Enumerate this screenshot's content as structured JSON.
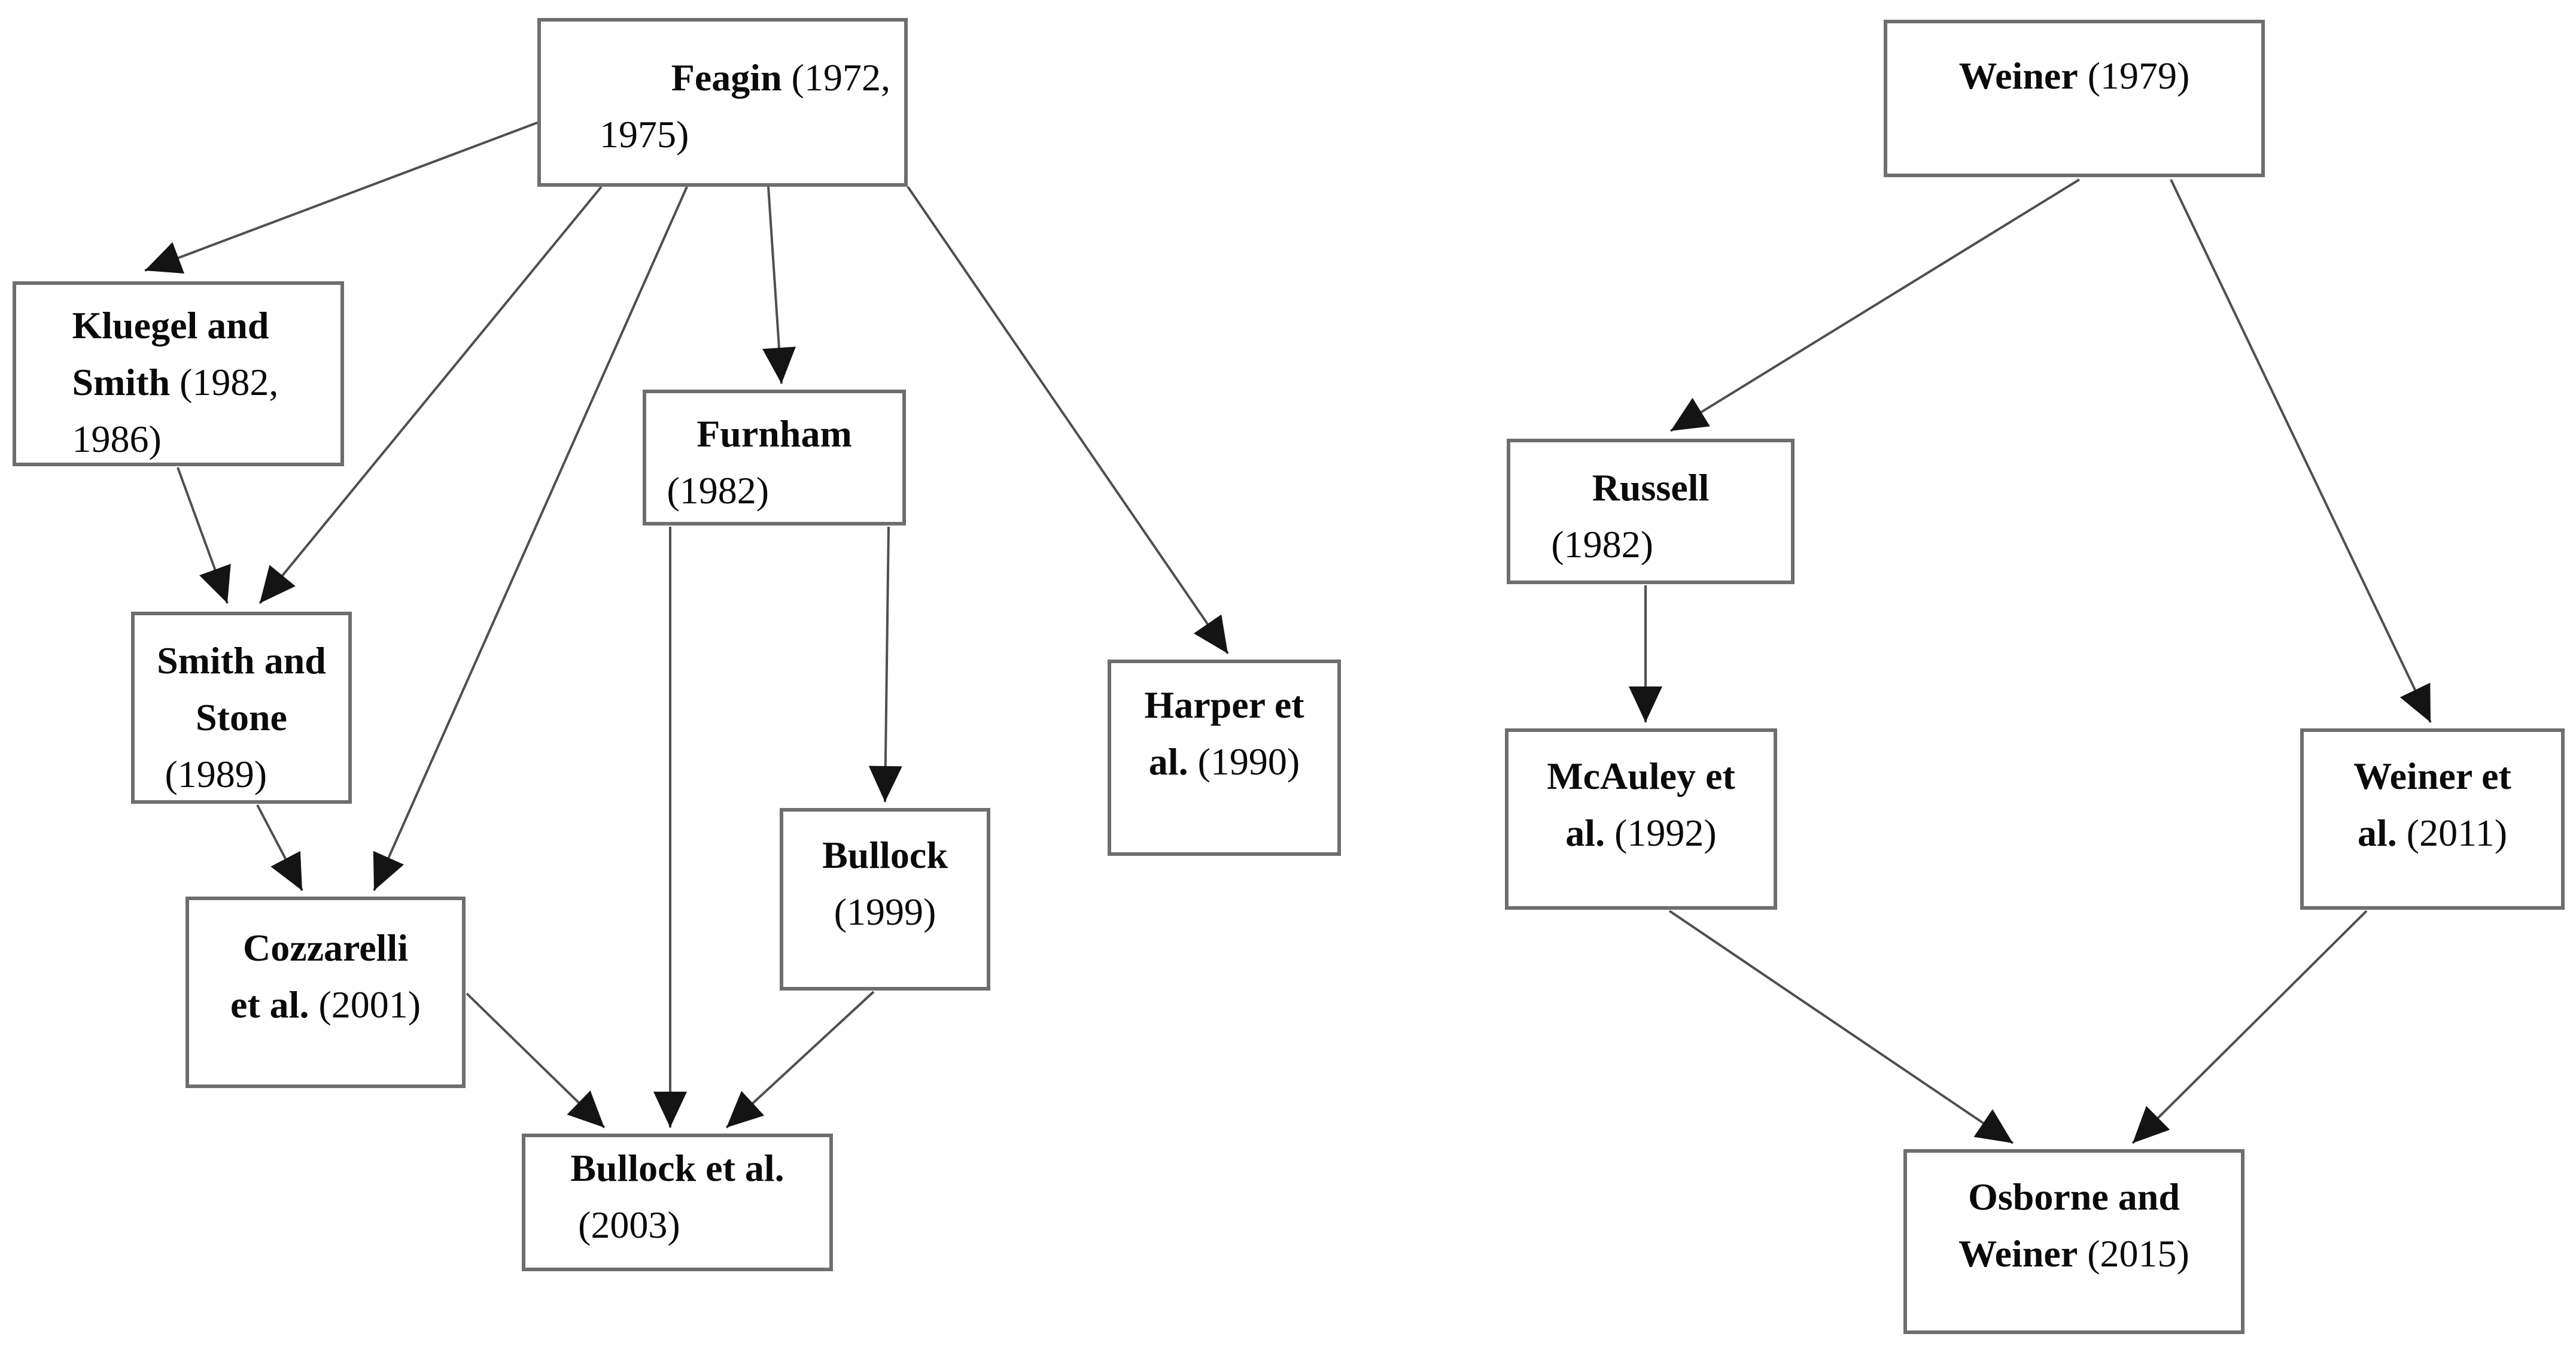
{
  "diagram": {
    "type": "citation-influence-flowchart",
    "background_color": "#ffffff",
    "colors": {
      "line": "#4f4f4f",
      "arrow": "#141414",
      "box_border": "#6e6e6e",
      "text": "#0a0a0a"
    },
    "nodes": [
      {
        "id": "feagin",
        "label": "Feagin (1972, 1975)",
        "lines": [
          [
            {
              "b": true,
              "t": "Feagin"
            },
            {
              "b": false,
              "t": " (1972,"
            }
          ],
          [
            {
              "b": false,
              "t": "1975)"
            }
          ]
        ]
      },
      {
        "id": "kluegel",
        "label": "Kluegel and Smith (1982, 1986)",
        "lines": [
          [
            {
              "b": true,
              "t": "Kluegel and"
            }
          ],
          [
            {
              "b": true,
              "t": "Smith"
            },
            {
              "b": false,
              "t": " (1982,"
            }
          ],
          [
            {
              "b": false,
              "t": "1986)"
            }
          ]
        ]
      },
      {
        "id": "furnham",
        "label": "Furnham (1982)",
        "lines": [
          [
            {
              "b": true,
              "t": "Furnham"
            }
          ],
          [
            {
              "b": false,
              "t": "(1982)"
            }
          ]
        ]
      },
      {
        "id": "smith-stone",
        "label": "Smith and Stone (1989)",
        "lines": [
          [
            {
              "b": true,
              "t": "Smith and"
            }
          ],
          [
            {
              "b": true,
              "t": "Stone"
            }
          ],
          [
            {
              "b": false,
              "t": "(1989)"
            }
          ]
        ]
      },
      {
        "id": "harper",
        "label": "Harper et al. (1990)",
        "lines": [
          [
            {
              "b": true,
              "t": "Harper et"
            }
          ],
          [
            {
              "b": true,
              "t": "al."
            },
            {
              "b": false,
              "t": " (1990)"
            }
          ]
        ]
      },
      {
        "id": "bullock-1999",
        "label": "Bullock (1999)",
        "lines": [
          [
            {
              "b": true,
              "t": "Bullock"
            }
          ],
          [
            {
              "b": false,
              "t": "(1999)"
            }
          ]
        ]
      },
      {
        "id": "cozzarelli",
        "label": "Cozzarelli et al. (2001)",
        "lines": [
          [
            {
              "b": true,
              "t": "Cozzarelli"
            }
          ],
          [
            {
              "b": true,
              "t": "et al."
            },
            {
              "b": false,
              "t": " (2001)"
            }
          ]
        ]
      },
      {
        "id": "bullock-2003",
        "label": "Bullock et al. (2003)",
        "lines": [
          [
            {
              "b": true,
              "t": "Bullock et al."
            }
          ],
          [
            {
              "b": false,
              "t": "(2003)"
            }
          ]
        ]
      },
      {
        "id": "weiner-1979",
        "label": "Weiner (1979)",
        "lines": [
          [
            {
              "b": true,
              "t": "Weiner"
            },
            {
              "b": false,
              "t": " (1979)"
            }
          ]
        ]
      },
      {
        "id": "russell",
        "label": "Russell (1982)",
        "lines": [
          [
            {
              "b": true,
              "t": "Russell"
            }
          ],
          [
            {
              "b": false,
              "t": "(1982)"
            }
          ]
        ]
      },
      {
        "id": "mcauley",
        "label": "McAuley et al. (1992)",
        "lines": [
          [
            {
              "b": true,
              "t": "McAuley et"
            }
          ],
          [
            {
              "b": true,
              "t": "al."
            },
            {
              "b": false,
              "t": " (1992)"
            }
          ]
        ]
      },
      {
        "id": "weiner-2011",
        "label": "Weiner et al. (2011)",
        "lines": [
          [
            {
              "b": true,
              "t": "Weiner et"
            }
          ],
          [
            {
              "b": true,
              "t": "al."
            },
            {
              "b": false,
              "t": " (2011)"
            }
          ]
        ]
      },
      {
        "id": "osborne",
        "label": "Osborne and Weiner (2015)",
        "lines": [
          [
            {
              "b": true,
              "t": "Osborne and"
            }
          ],
          [
            {
              "b": true,
              "t": "Weiner"
            },
            {
              "b": false,
              "t": " (2015)"
            }
          ]
        ]
      }
    ],
    "edges": [
      {
        "from": "feagin",
        "to": "kluegel"
      },
      {
        "from": "feagin",
        "to": "smith-stone"
      },
      {
        "from": "feagin",
        "to": "cozzarelli"
      },
      {
        "from": "feagin",
        "to": "furnham"
      },
      {
        "from": "feagin",
        "to": "harper"
      },
      {
        "from": "kluegel",
        "to": "smith-stone"
      },
      {
        "from": "smith-stone",
        "to": "cozzarelli"
      },
      {
        "from": "furnham",
        "to": "bullock-1999"
      },
      {
        "from": "furnham",
        "to": "bullock-2003"
      },
      {
        "from": "cozzarelli",
        "to": "bullock-2003"
      },
      {
        "from": "bullock-1999",
        "to": "bullock-2003"
      },
      {
        "from": "weiner-1979",
        "to": "russell"
      },
      {
        "from": "weiner-1979",
        "to": "weiner-2011"
      },
      {
        "from": "russell",
        "to": "mcauley"
      },
      {
        "from": "mcauley",
        "to": "osborne"
      },
      {
        "from": "weiner-2011",
        "to": "osborne"
      }
    ]
  }
}
